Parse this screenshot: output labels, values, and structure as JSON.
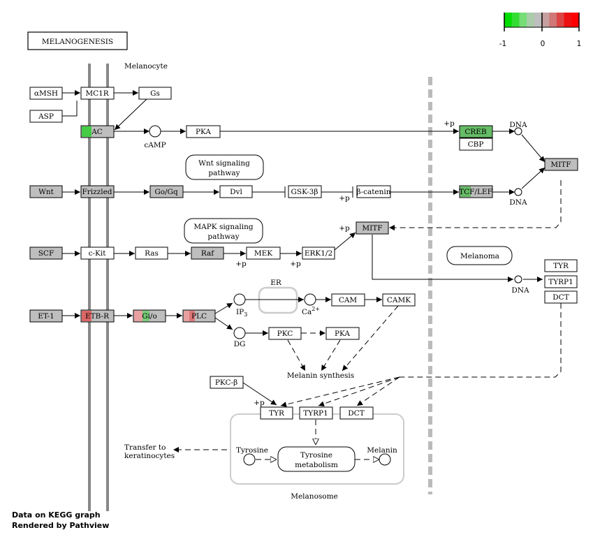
{
  "title": "MELANOGENESIS",
  "legend": {
    "ticks": [
      "-1",
      "0",
      "1"
    ],
    "colors": [
      "#00dd00",
      "#33dd33",
      "#77dd77",
      "#aaccaa",
      "#bebebe",
      "#c6a0a0",
      "#d07878",
      "#dd4444",
      "#ee1111",
      "#ff0000"
    ]
  },
  "labels": {
    "melanocyte": "Melanocyte",
    "melanoma": "Melanoma",
    "melanosome": "Melanosome",
    "er": "ER",
    "camp": "cAMP",
    "ip3": "IP",
    "ip3_sub": "3",
    "dg": "DG",
    "ca": "Ca",
    "ca_sup": "2+",
    "dna_top": "DNA",
    "dna_mid": "DNA",
    "dna_low": "DNA",
    "plus_p1": "+p",
    "plus_p2": "+p",
    "plus_p3": "+p",
    "plus_p4": "+p",
    "plus_p5": "+p",
    "plus_p6": "+p",
    "melanin_synthesis": "Melanin synthesis",
    "transfer_1": "Transfer to",
    "transfer_2": "keratinocytes",
    "tyrosine": "Tyrosine",
    "melanin": "Melanin",
    "tyr_metab_1": "Tyrosine",
    "tyr_metab_2": "metabolism",
    "wnt_path_1": "Wnt signaling",
    "wnt_path_2": "pathway",
    "mapk_path_1": "MAPK signaling",
    "mapk_path_2": "pathway"
  },
  "nodes": {
    "amsh": "αMSH",
    "asp": "ASP",
    "mc1r": "MC1R",
    "gs": "Gs",
    "ac": "AC",
    "pka_top": "PKA",
    "creb": "CREB",
    "cbp": "CBP",
    "mitf_top": "MITF",
    "wnt": "Wnt",
    "frizzled": "Frizzled",
    "gogq": "Go/Gq",
    "dvl": "Dvl",
    "gsk3b": "GSK-3β",
    "bcatenin": "β-catenin",
    "tcflef": "TCF/LEF",
    "mitf_mid": "MITF",
    "scf": "SCF",
    "ckit": "c-Kit",
    "ras": "Ras",
    "raf": "Raf",
    "mek": "MEK",
    "erk": "ERK1/2",
    "et1": "ET-1",
    "etbr": "ETB-R",
    "gio": "Gi/o",
    "plc": "PLC",
    "cam": "CAM",
    "camk": "CAMK",
    "pkc": "PKC",
    "pka_low": "PKA",
    "pkcb": "PKC-β",
    "tyr_out": "TYR",
    "tyrp1_out": "TYRP1",
    "dct_out": "DCT",
    "tyr_in": "TYR",
    "tyrp1_in": "TYRP1",
    "dct_in": "DCT"
  },
  "credits": [
    "Data on KEGG graph",
    "Rendered by  Pathview"
  ]
}
